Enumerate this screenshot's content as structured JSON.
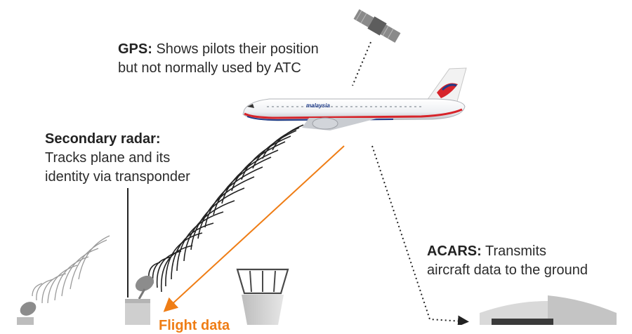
{
  "labels": {
    "gps": {
      "title": "GPS:",
      "line1": " Shows pilots their position",
      "line2": "but not normally used by ATC"
    },
    "secondary_radar": {
      "title": "Secondary radar:",
      "line1": "Tracks plane and its",
      "line2": "identity via transponder"
    },
    "acars": {
      "title": "ACARS:",
      "line1": " Transmits",
      "line2": "aircraft data to the ground"
    },
    "flight_data": "Flight data"
  },
  "plane": {
    "livery_text": "malaysia"
  },
  "colors": {
    "accent_orange": "#ef7d15",
    "airline_red": "#d7242a",
    "airline_blue": "#1f3c8a",
    "text": "#2b2b2b"
  }
}
